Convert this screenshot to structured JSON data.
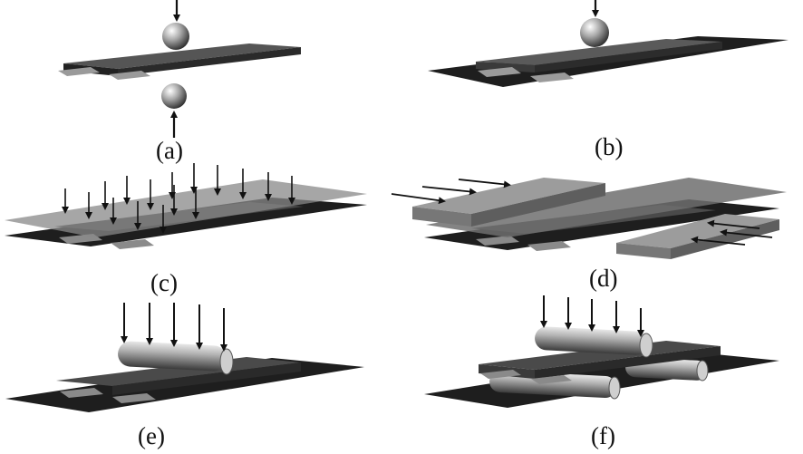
{
  "panels": [
    {
      "id": "a",
      "label": "(a)",
      "method": "two-ball-compression"
    },
    {
      "id": "b",
      "label": "(b)",
      "method": "single-ball-compression"
    },
    {
      "id": "c",
      "label": "(c)",
      "method": "uniform-pressure-plates"
    },
    {
      "id": "d",
      "label": "(d)",
      "method": "sliding-plates-shear"
    },
    {
      "id": "e",
      "label": "(e)",
      "method": "single-roller-compression"
    },
    {
      "id": "f",
      "label": "(f)",
      "method": "three-roller-bending"
    }
  ],
  "colors": {
    "board": "#1e1e1e",
    "chip_top": "#5a5a5a",
    "chip_side": "#2c2c2c",
    "tab": "#9a9a9a",
    "plate": "#8c8c8c",
    "arrow": "#111111",
    "label": "#111111"
  }
}
